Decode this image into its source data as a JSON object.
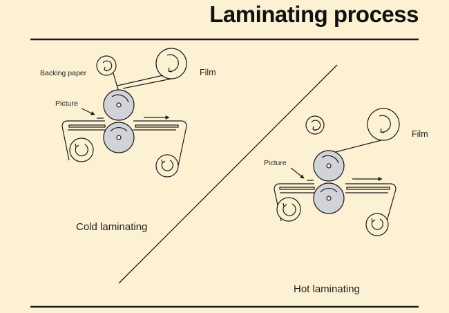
{
  "title": "Laminating process",
  "cold": {
    "caption": "Cold laminating",
    "backing_paper_label": "Backing paper",
    "film_label": "Film",
    "picture_label": "Picture"
  },
  "hot": {
    "caption": "Hot laminating",
    "film_label": "Film",
    "picture_label": "Picture"
  },
  "colors": {
    "background": "#fdf1d3",
    "roller_fill": "#d1d3d8",
    "line": "#1a1a1a"
  }
}
